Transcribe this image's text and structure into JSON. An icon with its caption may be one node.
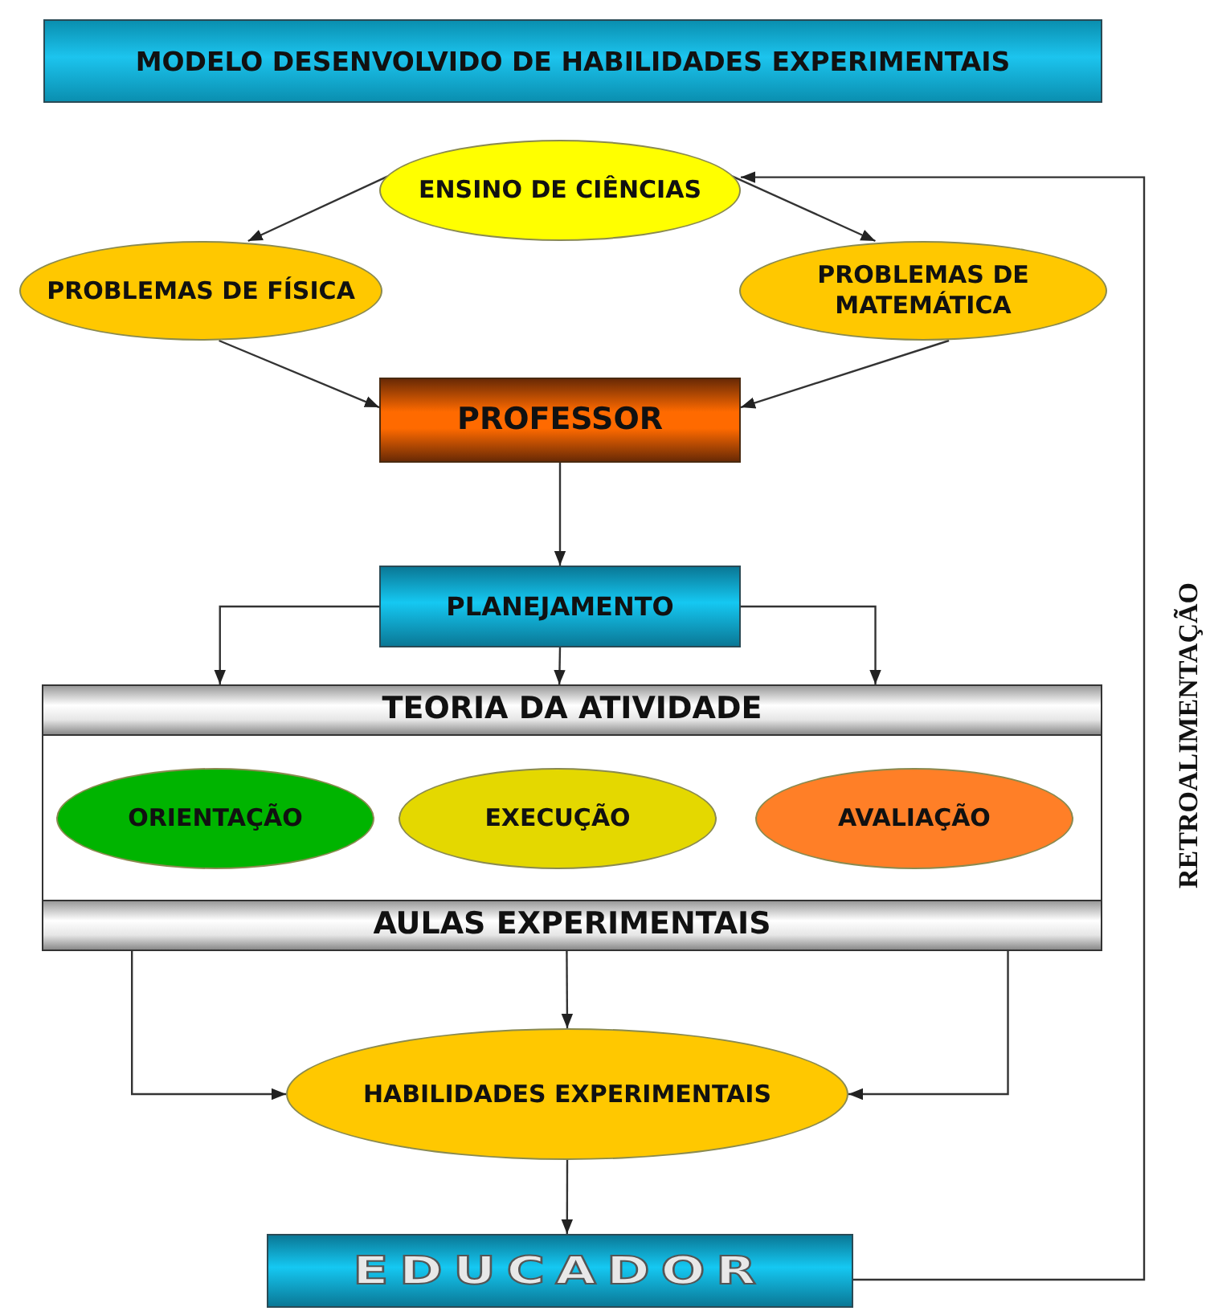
{
  "diagram": {
    "title": "MODELO DESENVOLVIDO DE HABILIDADES EXPERIMENTAIS",
    "nodes": [
      {
        "text": [
          "ENSINO DE CIÊNCIAS"
        ]
      },
      {
        "text": [
          "PROBLEMAS DE FÍSICA"
        ]
      },
      {
        "text": [
          "PROBLEMAS DE MATEMÁTICA"
        ]
      },
      {
        "text": [
          "PROFESSOR"
        ]
      },
      {
        "text": [
          "PLANEJAMENTO"
        ]
      },
      {
        "text": [
          "TEORIA DA ATIVIDADE",
          "AULAS EXPERIMENTAIS"
        ]
      },
      {
        "text": [
          "ORIENTAÇÃO"
        ],
        "in": 5
      },
      {
        "text": [
          "EXECUÇÃO"
        ],
        "in": 5
      },
      {
        "text": [
          "AVALIAÇÃO"
        ],
        "in": 5
      },
      {
        "text": [
          "HABILIDADES EXPERIMENTAIS"
        ]
      },
      {
        "text": [
          "EDUCADOR"
        ]
      }
    ],
    "edges": [
      {
        "from": 0,
        "to": 1,
        "arrow": "to"
      },
      {
        "from": 0,
        "to": 2,
        "arrow": "to"
      },
      {
        "from": 1,
        "to": 3,
        "arrow": "to"
      },
      {
        "from": 2,
        "to": 3,
        "arrow": "to"
      },
      {
        "from": 3,
        "to": 4,
        "arrow": "to"
      },
      {
        "from": 4,
        "to": 5,
        "arrow": "to"
      },
      {
        "from": 4,
        "to": 5,
        "arrow": "to"
      },
      {
        "from": 4,
        "to": 5,
        "arrow": "to"
      },
      {
        "from": 5,
        "to": 9,
        "arrow": "to"
      },
      {
        "from": 5,
        "to": 9,
        "arrow": "to"
      },
      {
        "from": 5,
        "to": 9,
        "arrow": "to"
      },
      {
        "from": 9,
        "to": 10,
        "arrow": "to"
      },
      {
        "from": 10,
        "to": 0,
        "arrow": "to",
        "label": "RETROALIMENTAÇÃO"
      }
    ]
  }
}
